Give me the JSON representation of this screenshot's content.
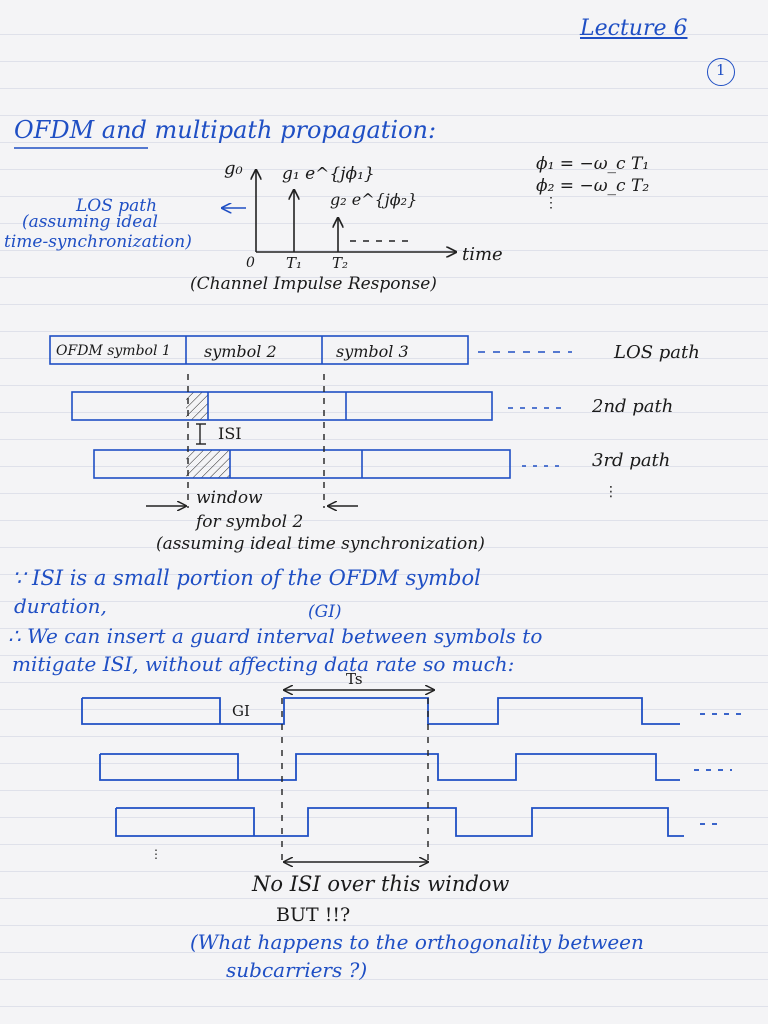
{
  "header": {
    "lecture": "Lecture 6",
    "page_number": "1"
  },
  "title": "OFDM and multipath propagation:",
  "impulse_response": {
    "g0": "g₀",
    "g1": "g₁ e^{jϕ₁}",
    "g2": "g₂ e^{jϕ₂}",
    "phi1": "ϕ₁ = −ω_c T₁",
    "phi2": "ϕ₂ = −ω_c T₂",
    "los_note": [
      "LOS path",
      "(assuming ideal",
      "time-synchronization)"
    ],
    "axis_zero": "0",
    "axis_t1": "T₁",
    "axis_t2": "T₂",
    "axis_time": "time",
    "caption": "(Channel Impulse Response)"
  },
  "symbol_diagram": {
    "symbols": [
      "OFDM symbol 1",
      "symbol 2",
      "symbol 3"
    ],
    "paths": [
      "LOS path",
      "2nd path",
      "3rd path"
    ],
    "isi_label": "ISI",
    "window": [
      "window",
      "for symbol 2",
      "(assuming ideal time synchronization)"
    ]
  },
  "text_block": [
    "∵ ISI is a small portion of the OFDM symbol",
    "duration,",
    "(GI)",
    "∴ We can insert a guard interval between symbols to",
    "mitigate ISI, without affecting data rate so much:"
  ],
  "gi_diagram": {
    "ts_label": "Ts",
    "gi_label": "GI",
    "window_caption": "No ISI over this window",
    "but": "BUT !!?",
    "question": [
      "(What happens to the orthogonality between",
      "subcarriers ?)"
    ]
  }
}
